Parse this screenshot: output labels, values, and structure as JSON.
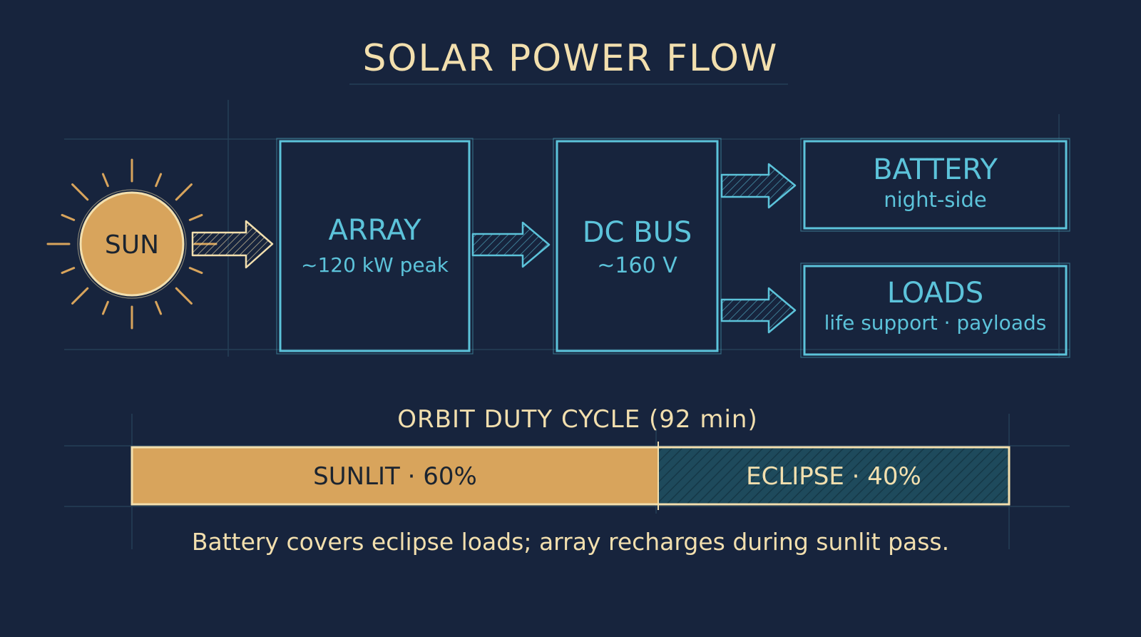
{
  "title": "SOLAR POWER FLOW",
  "nodes": {
    "sun": {
      "label": "SUN"
    },
    "array": {
      "label": "ARRAY",
      "detail": "~120 kW peak"
    },
    "dc_bus": {
      "label": "DC BUS",
      "detail": "~160 V"
    },
    "battery": {
      "label": "BATTERY",
      "detail": "night-side"
    },
    "loads": {
      "label": "LOADS",
      "detail": "life support · payloads"
    }
  },
  "edges": [
    {
      "from": "sun",
      "to": "array"
    },
    {
      "from": "array",
      "to": "dc_bus"
    },
    {
      "from": "dc_bus",
      "to": "battery"
    },
    {
      "from": "dc_bus",
      "to": "loads"
    }
  ],
  "duty_cycle": {
    "title": "ORBIT DUTY CYCLE (92 min)",
    "segments": [
      {
        "label": "SUNLIT · 60%",
        "fraction": 0.6,
        "color": "#d8a45c"
      },
      {
        "label": "ECLIPSE · 40%",
        "fraction": 0.4,
        "color": "#1e4a5c"
      }
    ]
  },
  "caption": "Battery covers eclipse loads; array recharges during sunlit pass.",
  "colors": {
    "background": "#17243d",
    "accent": "#5cc3da",
    "sun": "#d8a45c",
    "text_light": "#f2dfae",
    "grid": "#2b4a63"
  }
}
